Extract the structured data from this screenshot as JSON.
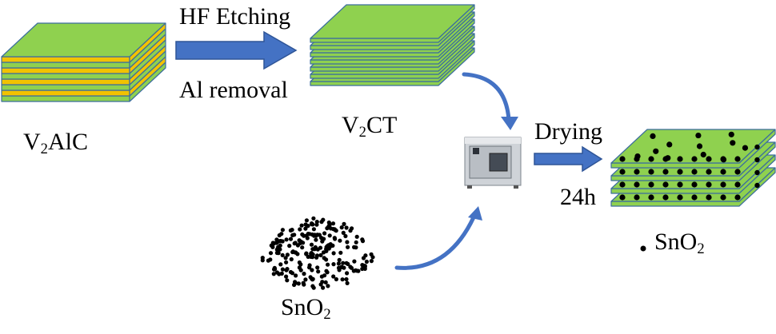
{
  "colors": {
    "layer_green": "#8fd14f",
    "layer_edge": "#3c6e9e",
    "al_layer": "#f2c200",
    "arrow_blue": "#4472c4",
    "dot": "#000000"
  },
  "labels": {
    "hf_etching": "HF Etching",
    "al_removal": "Al removal",
    "v2alc": {
      "base": "V",
      "sub": "2",
      "rest": "AlC"
    },
    "v2ct": {
      "base": "V",
      "sub": "2",
      "rest": "CT"
    },
    "drying": "Drying",
    "time": "24h",
    "sno2_bottom": {
      "base": "SnO",
      "sub": "2"
    },
    "sno2_legend": {
      "base": "SnO",
      "sub": "2"
    }
  },
  "icons": {
    "oven": "drying-oven-icon",
    "particles": "sno2-particle-cluster-icon",
    "legend_dot": "sno2-dot-icon"
  }
}
